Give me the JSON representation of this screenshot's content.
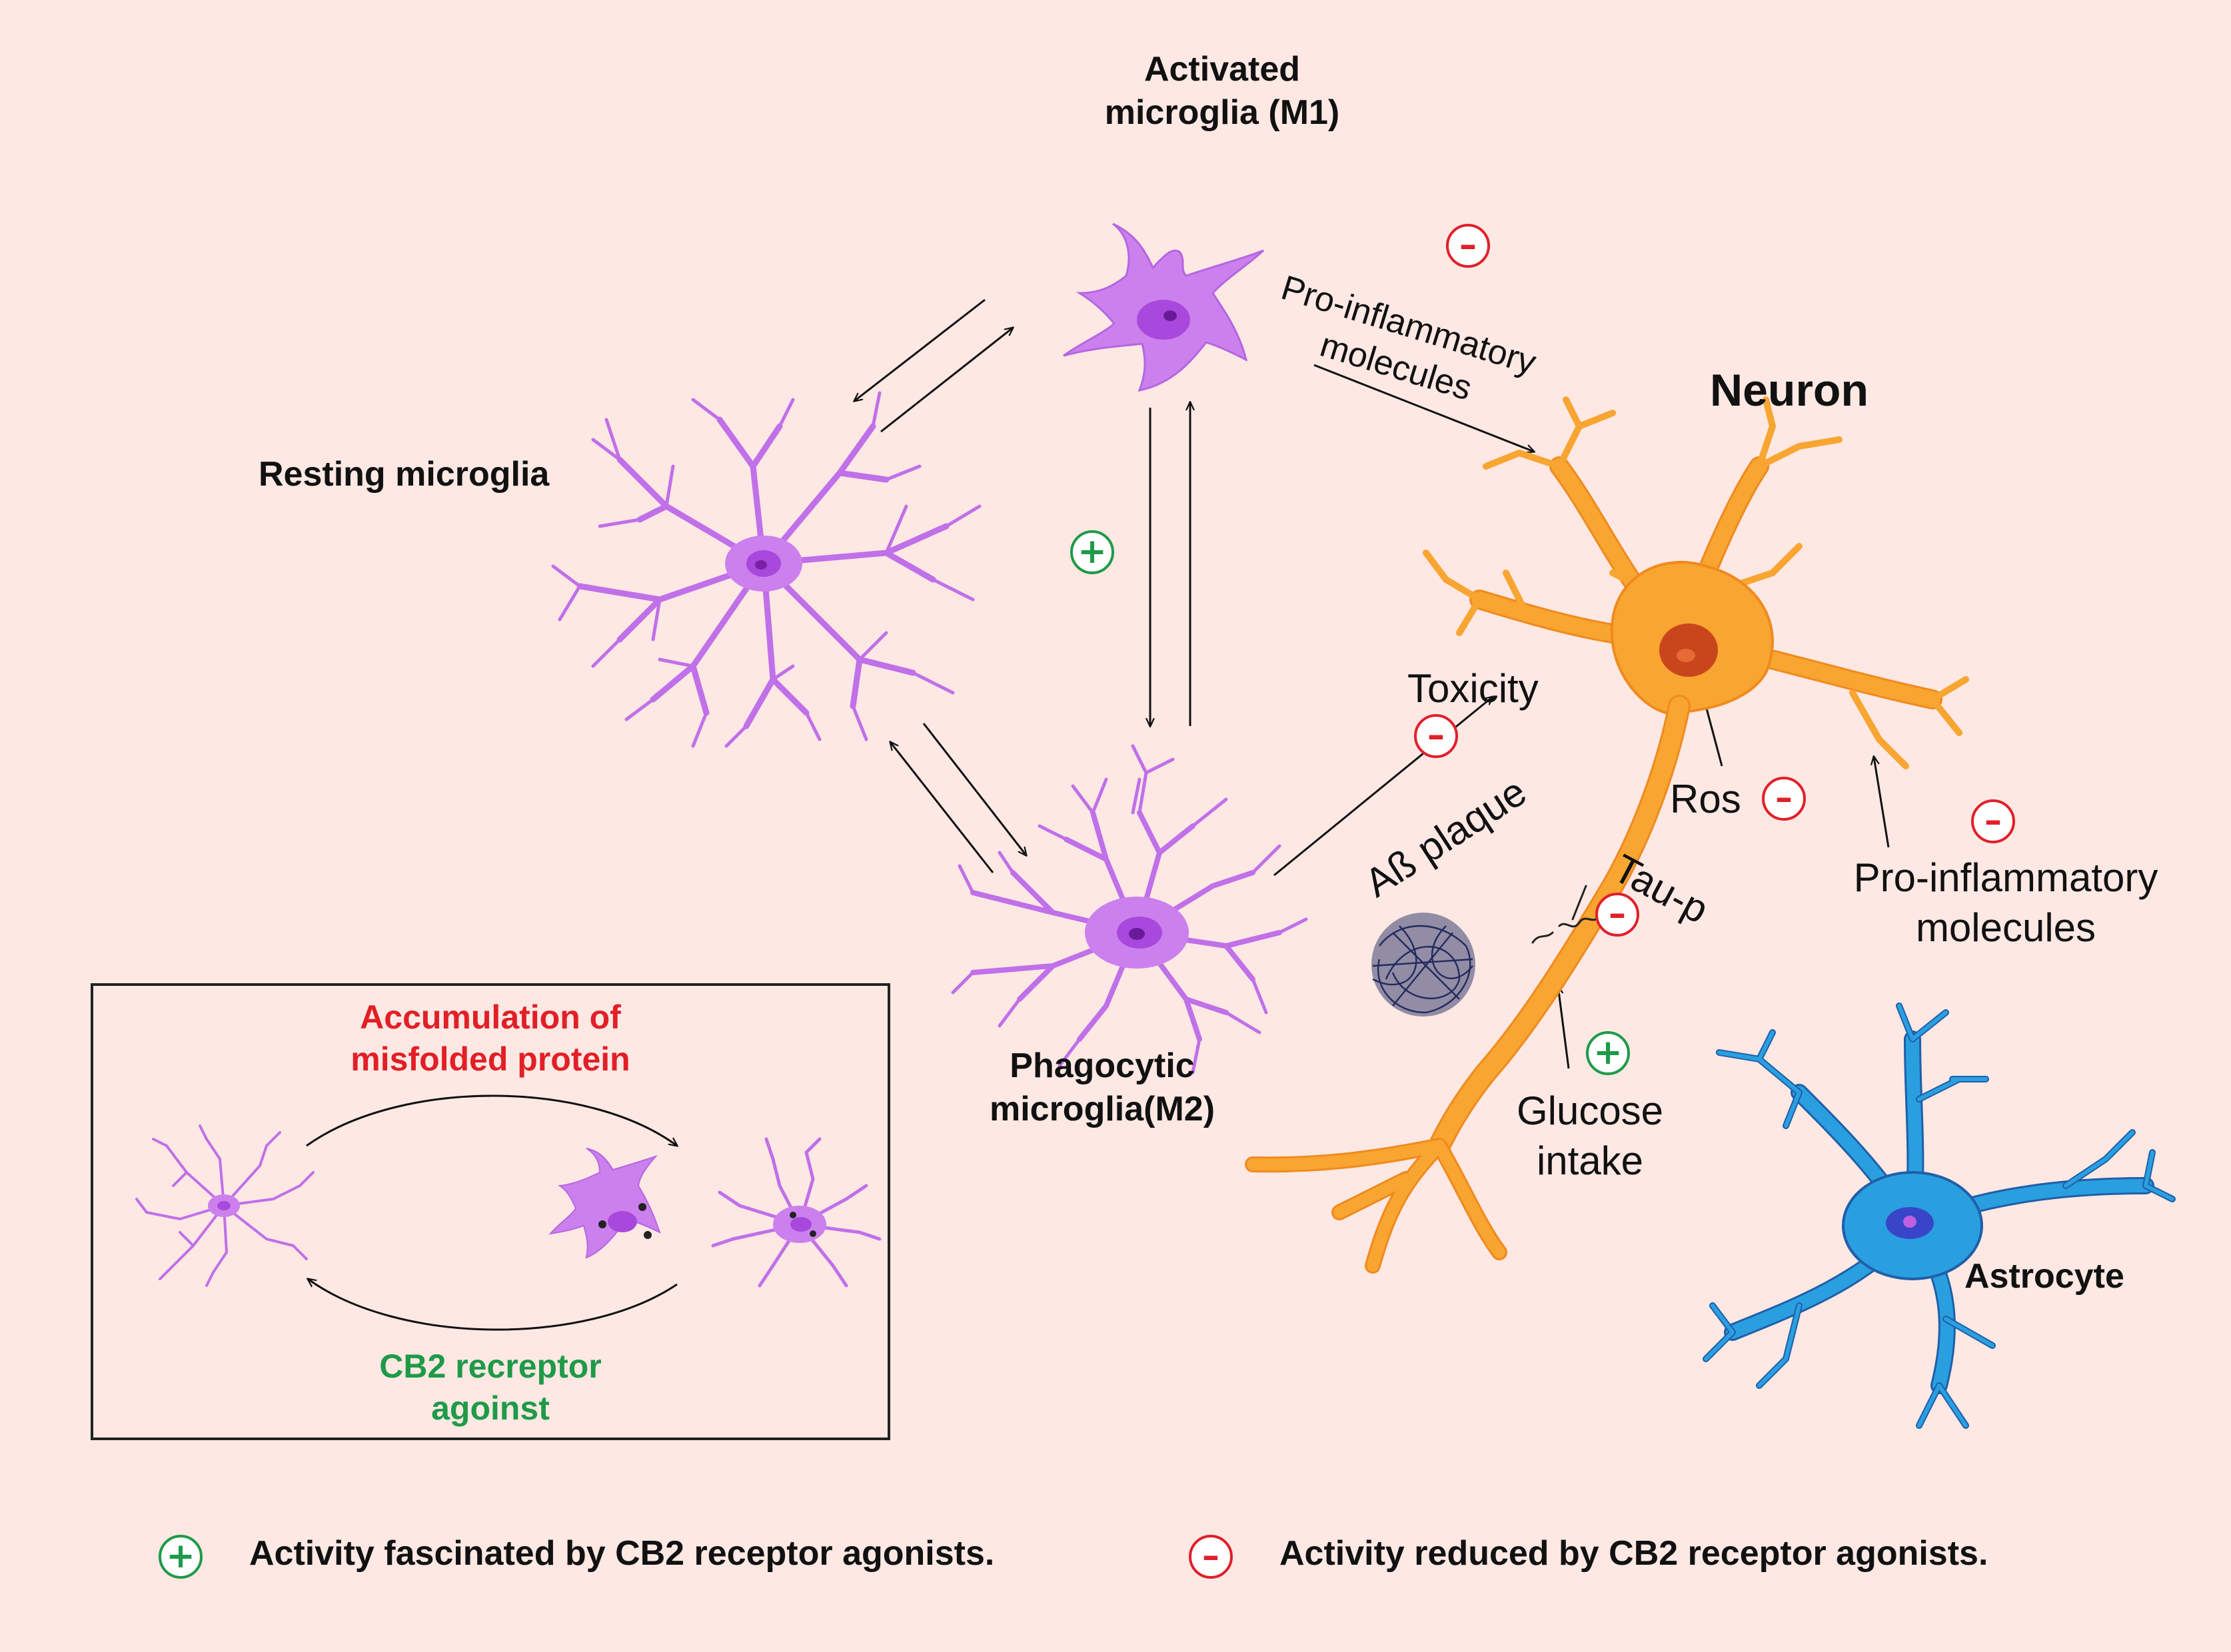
{
  "labels": {
    "activated_line1": "Activated",
    "activated_line2": "microglia (M1)",
    "resting": "Resting microglia",
    "phagocytic_line1": "Phagocytic",
    "phagocytic_line2": "microglia(M2)",
    "proinfl_top_line1": "Pro-inflammatory",
    "proinfl_top_line2": "molecules",
    "neuron": "Neuron",
    "toxicity": "Toxicity",
    "ab_plaque": "Aß plaque",
    "ros": "Ros",
    "tau": "Tau-p",
    "proinfl_right_line1": "Pro-inflammatory",
    "proinfl_right_line2": "molecules",
    "glucose_line1": "Glucose",
    "glucose_line2": "intake",
    "astrocyte": "Astrocyte"
  },
  "inset": {
    "top_line1": "Accumulation of",
    "top_line2": "misfolded protein",
    "bottom_line1": "CB2 recreptor",
    "bottom_line2": "agoinst"
  },
  "legend": {
    "plus_text": "Activity fascinated by CB2 receptor agonists.",
    "minus_text": "Activity reduced by CB2 receptor agonists."
  },
  "symbols": {
    "plus": "+",
    "minus": "–"
  },
  "colors": {
    "background": "#fde8e4",
    "microglia": "#cc80ee",
    "microglia_nucleus": "#a040d0",
    "neuron": "#f8a531",
    "neuron_nucleus": "#c0421e",
    "astrocyte": "#2a9fe0",
    "astrocyte_nucleus": "#3845c9",
    "minus_sign": "#e0202a",
    "plus_sign": "#1f9a48"
  }
}
